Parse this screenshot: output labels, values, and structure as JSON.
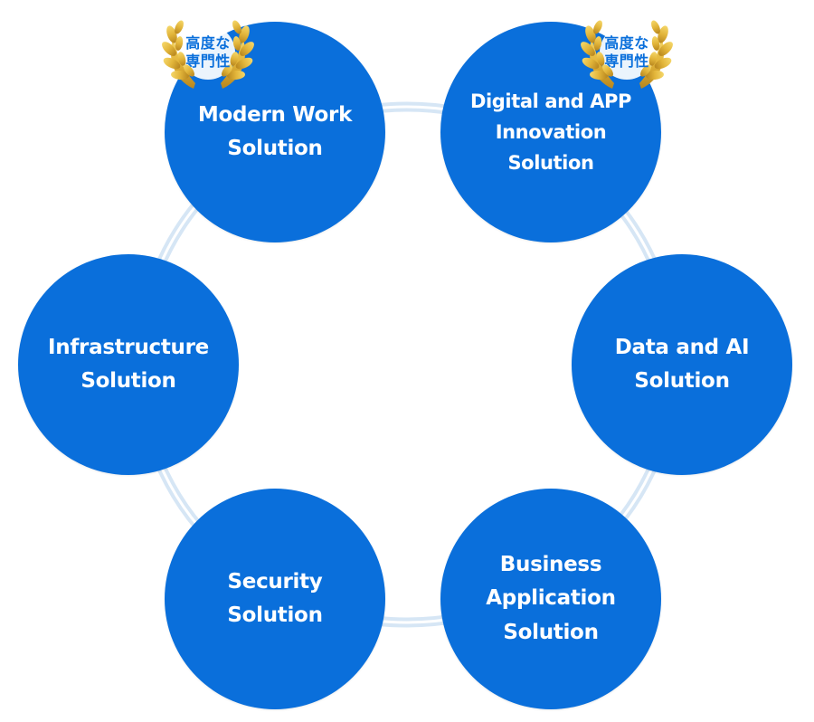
{
  "diagram": {
    "colors": {
      "node": "#0a6fdb",
      "ring": "#d6e6f5",
      "badge_gold": "#e2b53a",
      "badge_text": "#0a6fdb"
    },
    "nodes": [
      {
        "label": "Modern Work\nSolution"
      },
      {
        "label": "Digital and APP\nInnovation Solution"
      },
      {
        "label": "Infrastructure\nSolution"
      },
      {
        "label": "Data and AI\nSolution"
      },
      {
        "label": "Security Solution"
      },
      {
        "label": "Business\nApplication\nSolution"
      }
    ],
    "badges": [
      {
        "line1": "高度な",
        "line2": "専門性",
        "icon": "laurel-wreath-icon"
      },
      {
        "line1": "高度な",
        "line2": "専門性",
        "icon": "laurel-wreath-icon"
      }
    ]
  }
}
